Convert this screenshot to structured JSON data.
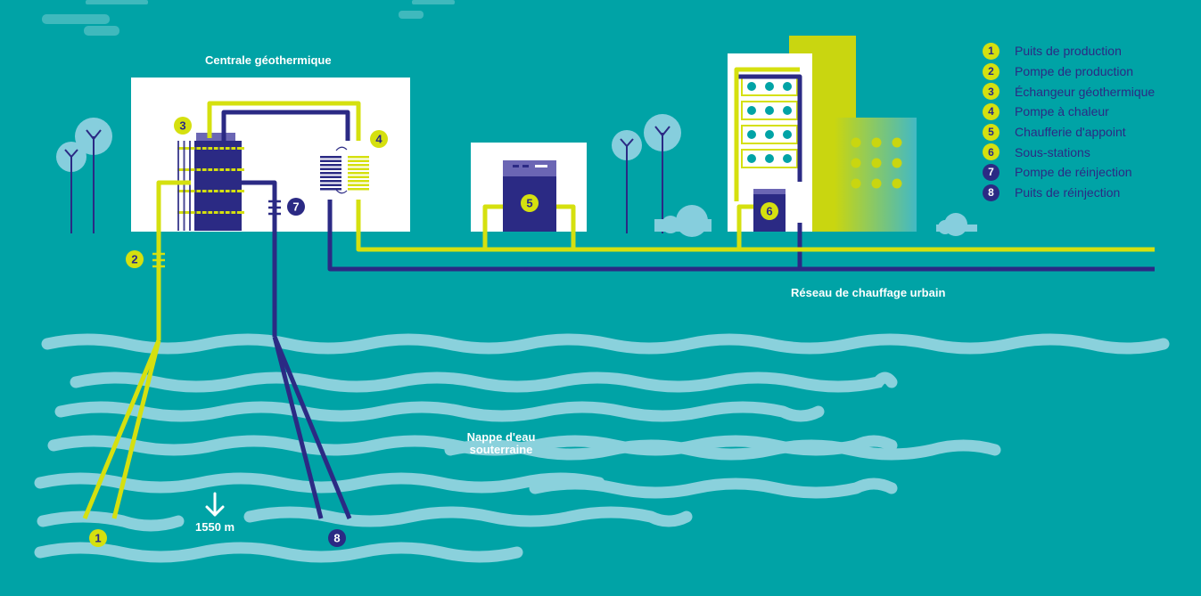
{
  "colors": {
    "background": "#00a3a6",
    "hot": "#d5e00f",
    "cold": "#2b2a84",
    "water": "#8ad1dc",
    "plant": "#ffffff",
    "tree": "#86cedd",
    "building_green": "#c9d610"
  },
  "title_plant": "Centrale géothermique",
  "title_network": "Réseau de chauffage urbain",
  "aquifer_label": [
    "Nappe d'eau",
    "souterraine"
  ],
  "depth_label": "1550 m",
  "icons": [
    "tree-icon",
    "cloud-icon",
    "arrow-down-icon"
  ],
  "legend": [
    {
      "num": "1",
      "label": "Puits de production",
      "kind": "hot"
    },
    {
      "num": "2",
      "label": "Pompe de production",
      "kind": "hot"
    },
    {
      "num": "3",
      "label": "Échangeur géothermique",
      "kind": "hot"
    },
    {
      "num": "4",
      "label": "Pompe à chaleur",
      "kind": "hot"
    },
    {
      "num": "5",
      "label": "Chaufferie d'appoint",
      "kind": "hot"
    },
    {
      "num": "6",
      "label": "Sous-stations",
      "kind": "hot"
    },
    {
      "num": "7",
      "label": "Pompe de réinjection",
      "kind": "cold"
    },
    {
      "num": "8",
      "label": "Puits de réinjection",
      "kind": "cold"
    }
  ]
}
